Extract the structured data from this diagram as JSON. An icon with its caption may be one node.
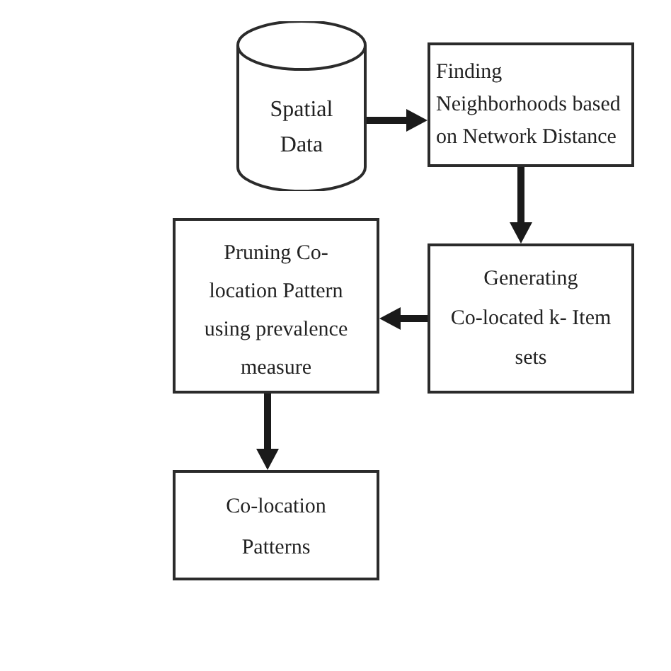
{
  "diagram": {
    "nodes": [
      {
        "text": [
          "Spatial Data"
        ]
      },
      {
        "text": [
          "Finding Neighborhoods based on Network Distance"
        ]
      },
      {
        "text": [
          "Pruning Co-location Pattern using prevalence measure"
        ]
      },
      {
        "text": [
          "Generating Co-located k- Item sets"
        ]
      },
      {
        "text": [
          "Co-location Patterns"
        ]
      }
    ],
    "edges": [
      {
        "from": 0,
        "to": 1,
        "arrow": "to"
      },
      {
        "from": 1,
        "to": 3,
        "arrow": "to"
      },
      {
        "from": 3,
        "to": 2,
        "arrow": "to"
      },
      {
        "from": 2,
        "to": 4,
        "arrow": "to"
      }
    ]
  }
}
